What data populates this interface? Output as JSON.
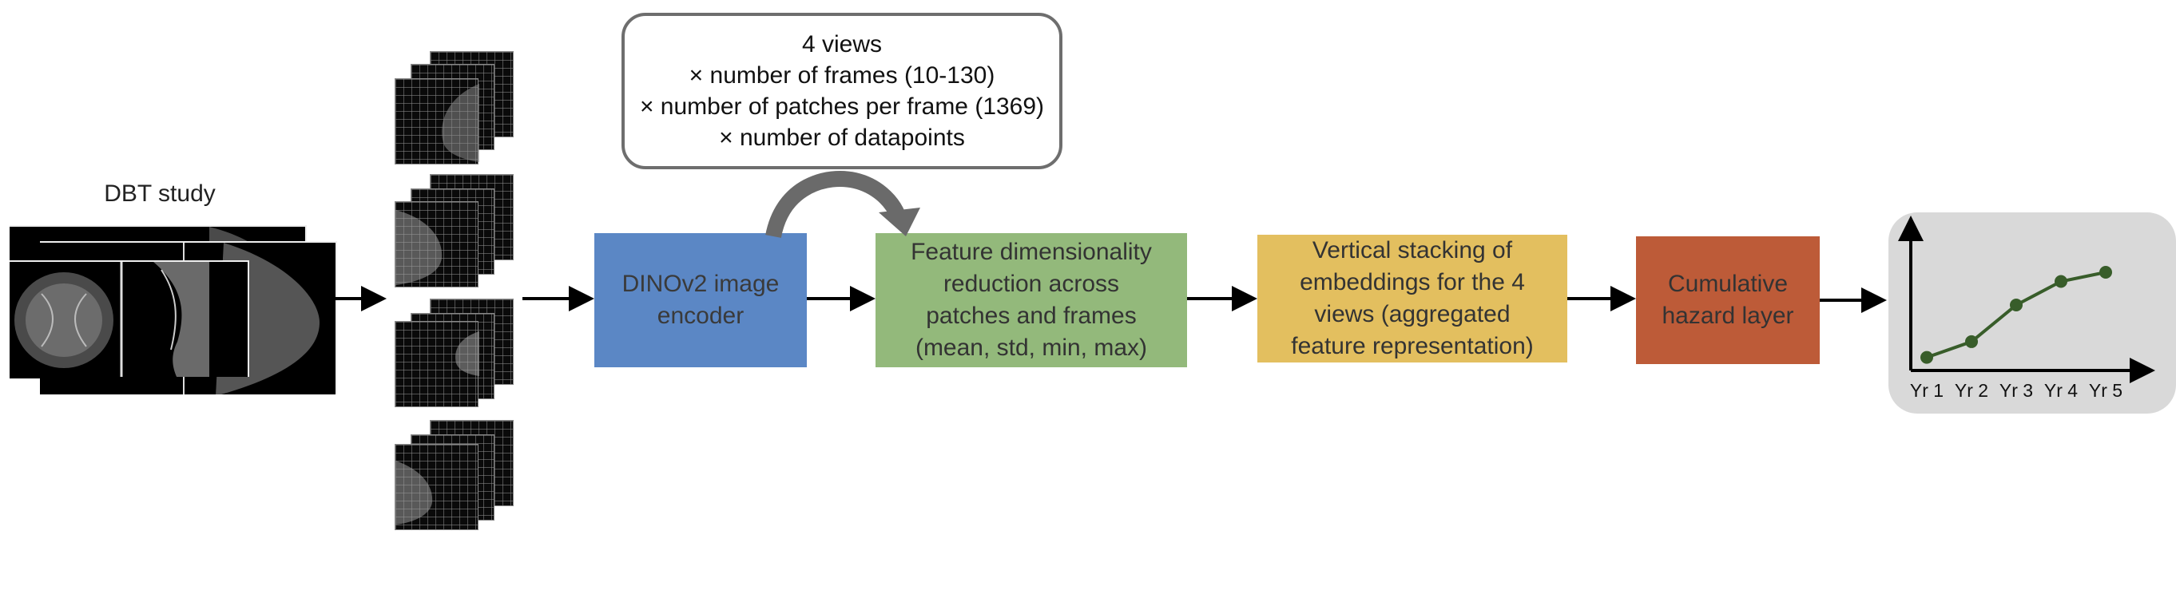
{
  "study_label": "DBT study",
  "note_lines": [
    "4 views",
    "× number of frames (10-130)",
    "× number of patches per frame (1369)",
    "× number of datapoints"
  ],
  "blocks": {
    "encoder": {
      "text": "DINOv2 image\nencoder",
      "color": "#5b87c5"
    },
    "reduction": {
      "text": "Feature dimensionality\nreduction across\npatches and frames\n(mean, std, min, max)",
      "color": "#93b97b"
    },
    "stacking": {
      "text": "Vertical stacking of\nembeddings for the 4\nviews (aggregated\nfeature representation)",
      "color": "#e3bf5f"
    },
    "hazard": {
      "text": "Cumulative\nhazard layer",
      "color": "#bd5b38"
    }
  },
  "chart_data": {
    "type": "line",
    "categories": [
      "Yr 1",
      "Yr 2",
      "Yr 3",
      "Yr 4",
      "Yr 5"
    ],
    "values": [
      0.1,
      0.22,
      0.5,
      0.68,
      0.75
    ],
    "ylim": [
      0,
      1
    ],
    "title": "",
    "xlabel": "",
    "ylabel": "",
    "grid": false,
    "line_color": "#385d2a"
  }
}
